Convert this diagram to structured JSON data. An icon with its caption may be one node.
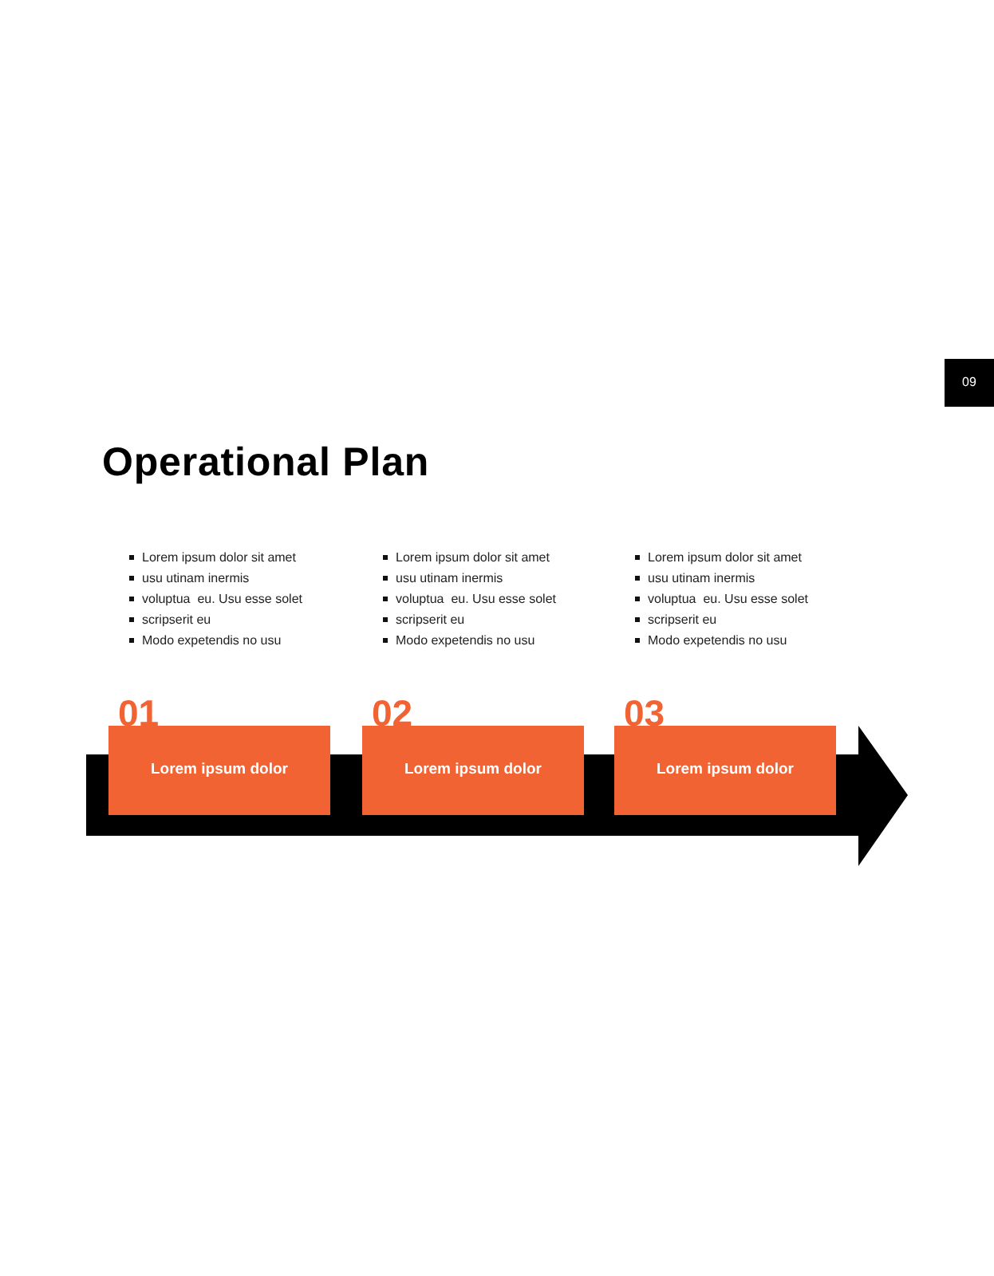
{
  "diagram": {
    "title": "Operational Plan",
    "nodes": [
      {
        "text": [
          "09"
        ]
      },
      {
        "text": [
          "01",
          "Lorem ipsum dolor"
        ],
        "beside": [
          "Lorem ipsum dolor sit amet",
          "usu utinam inermis",
          "voluptua  eu. Usu esse solet",
          "scripserit eu",
          "Modo expetendis no usu"
        ]
      },
      {
        "text": [
          "02",
          "Lorem ipsum dolor"
        ],
        "beside": [
          "Lorem ipsum dolor sit amet",
          "usu utinam inermis",
          "voluptua  eu. Usu esse solet",
          "scripserit eu",
          "Modo expetendis no usu"
        ]
      },
      {
        "text": [
          "03",
          "Lorem ipsum dolor"
        ],
        "beside": [
          "Lorem ipsum dolor sit amet",
          "usu utinam inermis",
          "voluptua  eu. Usu esse solet",
          "scripserit eu",
          "Modo expetendis no usu"
        ]
      }
    ]
  }
}
